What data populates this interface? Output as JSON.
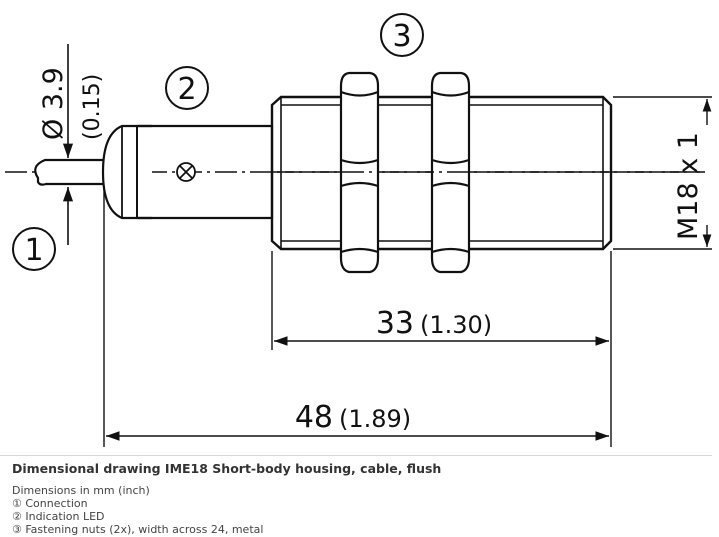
{
  "drawing": {
    "callout_1": "1",
    "callout_2": "2",
    "callout_3": "3",
    "diameter_mm": "Ø 3.9",
    "diameter_in": "(0.15)",
    "thread": "M18 x 1",
    "dim_33_mm": "33",
    "dim_33_in": "(1.30)",
    "dim_48_mm": "48",
    "dim_48_in": "(1.89)"
  },
  "caption": {
    "title": "Dimensional drawing IME18 Short-body housing, cable, flush",
    "units": "Dimensions in mm (inch)",
    "items": [
      "① Connection",
      "② Indication LED",
      "③ Fastening nuts (2x), width across 24, metal"
    ]
  }
}
